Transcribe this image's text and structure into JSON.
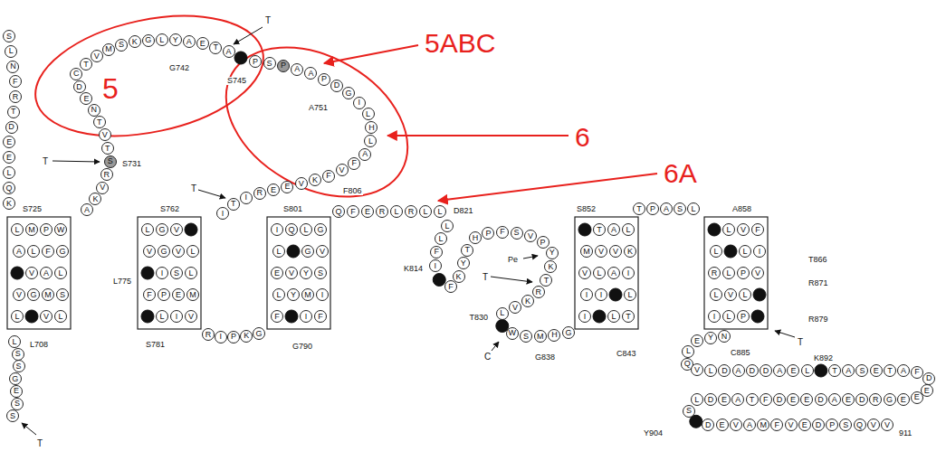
{
  "diagram": {
    "nodes": [
      {
        "text": [
          "S"
        ]
      },
      {
        "text": [
          "L"
        ]
      },
      {
        "text": [
          "N"
        ]
      },
      {
        "text": [
          "F"
        ]
      },
      {
        "text": [
          "R"
        ]
      },
      {
        "text": [
          "T"
        ]
      },
      {
        "text": [
          "D"
        ]
      },
      {
        "text": [
          "E"
        ]
      },
      {
        "text": [
          "E"
        ]
      },
      {
        "text": [
          "L"
        ]
      },
      {
        "text": [
          "Q"
        ]
      },
      {
        "text": [
          "K"
        ]
      },
      {
        "text": [
          "A"
        ]
      },
      {
        "text": [
          "K"
        ]
      },
      {
        "text": [
          "V"
        ]
      },
      {
        "text": [
          "R"
        ]
      },
      {
        "text": [
          "S"
        ]
      },
      {
        "text": [
          "T"
        ]
      },
      {
        "text": [
          "V"
        ]
      },
      {
        "text": [
          "T"
        ]
      },
      {
        "text": [
          "N"
        ]
      },
      {
        "text": [
          "E"
        ]
      },
      {
        "text": [
          "D"
        ]
      },
      {
        "text": [
          "C"
        ]
      },
      {
        "text": [
          "T"
        ]
      },
      {
        "text": [
          "V"
        ]
      },
      {
        "text": [
          "M"
        ]
      },
      {
        "text": [
          "S"
        ]
      },
      {
        "text": [
          "K"
        ]
      },
      {
        "text": [
          "G"
        ]
      },
      {
        "text": [
          "L"
        ]
      },
      {
        "text": [
          "Y"
        ]
      },
      {
        "text": [
          "A"
        ]
      },
      {
        "text": [
          "E"
        ]
      },
      {
        "text": [
          "T"
        ]
      },
      {
        "text": [
          "A"
        ]
      },
      {
        "text": [
          "P"
        ]
      },
      {
        "text": [
          "S"
        ]
      },
      {
        "text": [
          "P"
        ]
      },
      {
        "text": [
          "A"
        ]
      },
      {
        "text": [
          "A"
        ]
      },
      {
        "text": [
          "P"
        ]
      },
      {
        "text": [
          "D"
        ]
      },
      {
        "text": [
          "G"
        ]
      },
      {
        "text": [
          "I"
        ]
      },
      {
        "text": [
          "L"
        ]
      },
      {
        "text": [
          "H"
        ]
      },
      {
        "text": [
          "L"
        ]
      },
      {
        "text": [
          "A"
        ]
      },
      {
        "text": [
          "F"
        ]
      },
      {
        "text": [
          "V"
        ]
      },
      {
        "text": [
          "F"
        ]
      },
      {
        "text": [
          "K"
        ]
      },
      {
        "text": [
          "V"
        ]
      },
      {
        "text": [
          "E"
        ]
      },
      {
        "text": [
          "E"
        ]
      },
      {
        "text": [
          "R"
        ]
      },
      {
        "text": [
          "I"
        ]
      },
      {
        "text": [
          "T"
        ]
      },
      {
        "text": [
          "I"
        ]
      },
      {
        "text": [
          "L"
        ]
      },
      {
        "text": [
          "M"
        ]
      },
      {
        "text": [
          "P"
        ]
      },
      {
        "text": [
          "W"
        ]
      },
      {
        "text": [
          "A"
        ]
      },
      {
        "text": [
          "L"
        ]
      },
      {
        "text": [
          "F"
        ]
      },
      {
        "text": [
          "G"
        ]
      },
      {
        "text": [
          "V"
        ]
      },
      {
        "text": [
          "A"
        ]
      },
      {
        "text": [
          "L"
        ]
      },
      {
        "text": [
          "V"
        ]
      },
      {
        "text": [
          "G"
        ]
      },
      {
        "text": [
          "M"
        ]
      },
      {
        "text": [
          "S"
        ]
      },
      {
        "text": [
          "L"
        ]
      },
      {
        "text": [
          "V"
        ]
      },
      {
        "text": [
          "L"
        ]
      },
      {
        "text": [
          "L"
        ]
      },
      {
        "text": [
          "S"
        ]
      },
      {
        "text": [
          "S"
        ]
      },
      {
        "text": [
          "G"
        ]
      },
      {
        "text": [
          "E"
        ]
      },
      {
        "text": [
          "S"
        ]
      },
      {
        "text": [
          "S"
        ]
      },
      {
        "text": [
          "L"
        ]
      },
      {
        "text": [
          "G"
        ]
      },
      {
        "text": [
          "V"
        ]
      },
      {
        "text": [
          "V"
        ]
      },
      {
        "text": [
          "G"
        ]
      },
      {
        "text": [
          "V"
        ]
      },
      {
        "text": [
          "L"
        ]
      },
      {
        "text": [
          "I"
        ]
      },
      {
        "text": [
          "S"
        ]
      },
      {
        "text": [
          "L"
        ]
      },
      {
        "text": [
          "F"
        ]
      },
      {
        "text": [
          "P"
        ]
      },
      {
        "text": [
          "E"
        ]
      },
      {
        "text": [
          "M"
        ]
      },
      {
        "text": [
          "L"
        ]
      },
      {
        "text": [
          "I"
        ]
      },
      {
        "text": [
          "V"
        ]
      },
      {
        "text": [
          "R"
        ]
      },
      {
        "text": [
          "I"
        ]
      },
      {
        "text": [
          "P"
        ]
      },
      {
        "text": [
          "K"
        ]
      },
      {
        "text": [
          "G"
        ]
      },
      {
        "text": [
          "I"
        ]
      },
      {
        "text": [
          "Q"
        ]
      },
      {
        "text": [
          "L"
        ]
      },
      {
        "text": [
          "G"
        ]
      },
      {
        "text": [
          "L"
        ]
      },
      {
        "text": [
          "G"
        ]
      },
      {
        "text": [
          "V"
        ]
      },
      {
        "text": [
          "E"
        ]
      },
      {
        "text": [
          "V"
        ]
      },
      {
        "text": [
          "Y"
        ]
      },
      {
        "text": [
          "S"
        ]
      },
      {
        "text": [
          "L"
        ]
      },
      {
        "text": [
          "Y"
        ]
      },
      {
        "text": [
          "M"
        ]
      },
      {
        "text": [
          "I"
        ]
      },
      {
        "text": [
          "F"
        ]
      },
      {
        "text": [
          "I"
        ]
      },
      {
        "text": [
          "F"
        ]
      },
      {
        "text": [
          "Q"
        ]
      },
      {
        "text": [
          "F"
        ]
      },
      {
        "text": [
          "E"
        ]
      },
      {
        "text": [
          "R"
        ]
      },
      {
        "text": [
          "L"
        ]
      },
      {
        "text": [
          "R"
        ]
      },
      {
        "text": [
          "L"
        ]
      },
      {
        "text": [
          "L"
        ]
      },
      {
        "text": [
          "L"
        ]
      },
      {
        "text": [
          "L"
        ]
      },
      {
        "text": [
          "F"
        ]
      },
      {
        "text": [
          "I"
        ]
      },
      {
        "text": [
          "F"
        ]
      },
      {
        "text": [
          "K"
        ]
      },
      {
        "text": [
          "Y"
        ]
      },
      {
        "text": [
          "T"
        ]
      },
      {
        "text": [
          "H"
        ]
      },
      {
        "text": [
          "P"
        ]
      },
      {
        "text": [
          "F"
        ]
      },
      {
        "text": [
          "S"
        ]
      },
      {
        "text": [
          "V"
        ]
      },
      {
        "text": [
          "P"
        ]
      },
      {
        "text": [
          "Y"
        ]
      },
      {
        "text": [
          "K"
        ]
      },
      {
        "text": [
          "T"
        ]
      },
      {
        "text": [
          "R"
        ]
      },
      {
        "text": [
          "K"
        ]
      },
      {
        "text": [
          "V"
        ]
      },
      {
        "text": [
          "L"
        ]
      },
      {
        "text": [
          "W"
        ]
      },
      {
        "text": [
          "S"
        ]
      },
      {
        "text": [
          "M"
        ]
      },
      {
        "text": [
          "H"
        ]
      },
      {
        "text": [
          "G"
        ]
      },
      {
        "text": [
          "T"
        ]
      },
      {
        "text": [
          "A"
        ]
      },
      {
        "text": [
          "L"
        ]
      },
      {
        "text": [
          "M"
        ]
      },
      {
        "text": [
          "V"
        ]
      },
      {
        "text": [
          "V"
        ]
      },
      {
        "text": [
          "K"
        ]
      },
      {
        "text": [
          "V"
        ]
      },
      {
        "text": [
          "L"
        ]
      },
      {
        "text": [
          "A"
        ]
      },
      {
        "text": [
          "I"
        ]
      },
      {
        "text": [
          "I"
        ]
      },
      {
        "text": [
          "I"
        ]
      },
      {
        "text": [
          "L"
        ]
      },
      {
        "text": [
          "I"
        ]
      },
      {
        "text": [
          "L"
        ]
      },
      {
        "text": [
          "T"
        ]
      },
      {
        "text": [
          "T"
        ]
      },
      {
        "text": [
          "P"
        ]
      },
      {
        "text": [
          "A"
        ]
      },
      {
        "text": [
          "S"
        ]
      },
      {
        "text": [
          "L"
        ]
      },
      {
        "text": [
          "L"
        ]
      },
      {
        "text": [
          "V"
        ]
      },
      {
        "text": [
          "F"
        ]
      },
      {
        "text": [
          "L"
        ]
      },
      {
        "text": [
          "L"
        ]
      },
      {
        "text": [
          "I"
        ]
      },
      {
        "text": [
          "R"
        ]
      },
      {
        "text": [
          "L"
        ]
      },
      {
        "text": [
          "P"
        ]
      },
      {
        "text": [
          "V"
        ]
      },
      {
        "text": [
          "L"
        ]
      },
      {
        "text": [
          "V"
        ]
      },
      {
        "text": [
          "L"
        ]
      },
      {
        "text": [
          "I"
        ]
      },
      {
        "text": [
          "L"
        ]
      },
      {
        "text": [
          "P"
        ]
      },
      {
        "text": [
          "N"
        ]
      },
      {
        "text": [
          "Y"
        ]
      },
      {
        "text": [
          "E"
        ]
      },
      {
        "text": [
          "L"
        ]
      },
      {
        "text": [
          "Q"
        ]
      },
      {
        "text": [
          "V"
        ]
      },
      {
        "text": [
          "L"
        ]
      },
      {
        "text": [
          "D"
        ]
      },
      {
        "text": [
          "A"
        ]
      },
      {
        "text": [
          "D"
        ]
      },
      {
        "text": [
          "D"
        ]
      },
      {
        "text": [
          "A"
        ]
      },
      {
        "text": [
          "E"
        ]
      },
      {
        "text": [
          "L"
        ]
      },
      {
        "text": [
          "T"
        ]
      },
      {
        "text": [
          "A"
        ]
      },
      {
        "text": [
          "S"
        ]
      },
      {
        "text": [
          "E"
        ]
      },
      {
        "text": [
          "T"
        ]
      },
      {
        "text": [
          "A"
        ]
      },
      {
        "text": [
          "F"
        ]
      },
      {
        "text": [
          "D"
        ]
      },
      {
        "text": [
          "E"
        ]
      },
      {
        "text": [
          "E"
        ]
      },
      {
        "text": [
          "E"
        ]
      },
      {
        "text": [
          "G"
        ]
      },
      {
        "text": [
          "R"
        ]
      },
      {
        "text": [
          "D"
        ]
      },
      {
        "text": [
          "E"
        ]
      },
      {
        "text": [
          "A"
        ]
      },
      {
        "text": [
          "D"
        ]
      },
      {
        "text": [
          "E"
        ]
      },
      {
        "text": [
          "E"
        ]
      },
      {
        "text": [
          "D"
        ]
      },
      {
        "text": [
          "F"
        ]
      },
      {
        "text": [
          "T"
        ]
      },
      {
        "text": [
          "A"
        ]
      },
      {
        "text": [
          "E"
        ]
      },
      {
        "text": [
          "D"
        ]
      },
      {
        "text": [
          "L"
        ]
      },
      {
        "text": [
          "S"
        ]
      },
      {
        "text": [
          "D"
        ]
      },
      {
        "text": [
          "E"
        ]
      },
      {
        "text": [
          "V"
        ]
      },
      {
        "text": [
          "A"
        ]
      },
      {
        "text": [
          "M"
        ]
      },
      {
        "text": [
          "F"
        ]
      },
      {
        "text": [
          "V"
        ]
      },
      {
        "text": [
          "E"
        ]
      },
      {
        "text": [
          "D"
        ]
      },
      {
        "text": [
          "P"
        ]
      },
      {
        "text": [
          "S"
        ]
      },
      {
        "text": [
          "Q"
        ]
      },
      {
        "text": [
          "V"
        ]
      },
      {
        "text": [
          "V"
        ]
      }
    ],
    "labels": [
      "5ABC",
      "5",
      "G742",
      "S745",
      "T",
      "6",
      "A751",
      "T",
      "S731",
      "6A",
      "S725",
      "S762",
      "T",
      "F806",
      "S801",
      "D821",
      "S852",
      "A858",
      "K814",
      "Pe",
      "T",
      "T866",
      "L775",
      "R871",
      "T830",
      "R879",
      "L708",
      "S781",
      "G790",
      "C",
      "T",
      "G838",
      "C843",
      "C885",
      "K892",
      "T",
      "Y904",
      "911"
    ]
  }
}
